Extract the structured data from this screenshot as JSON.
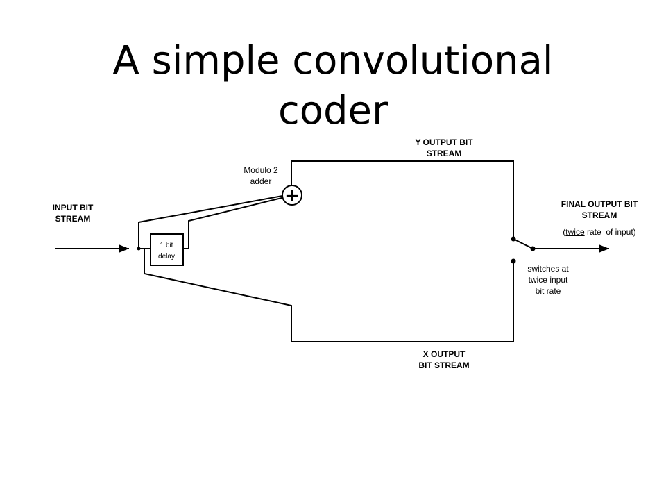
{
  "title": {
    "line1": "A simple convolutional",
    "line2": "coder"
  },
  "labels": {
    "input_line1": "INPUT BIT",
    "input_line2": "STREAM",
    "adder_line1": "Modulo 2",
    "adder_line2": "adder",
    "adder_symbol": "+",
    "y_output_line1": "Y OUTPUT BIT",
    "y_output_line2": "STREAM",
    "final_line1": "FINAL OUTPUT BIT",
    "final_line2": "STREAM",
    "final_note_emph": "twice",
    "final_note_rest": " rate  of input)",
    "final_note_open": "(",
    "switch_line1": "switches at",
    "switch_line2": "twice input",
    "switch_line3": "bit rate",
    "delay_line1": "1 bit",
    "delay_line2": "delay",
    "x_output_line1": "X OUTPUT",
    "x_output_line2": "BIT STREAM"
  }
}
